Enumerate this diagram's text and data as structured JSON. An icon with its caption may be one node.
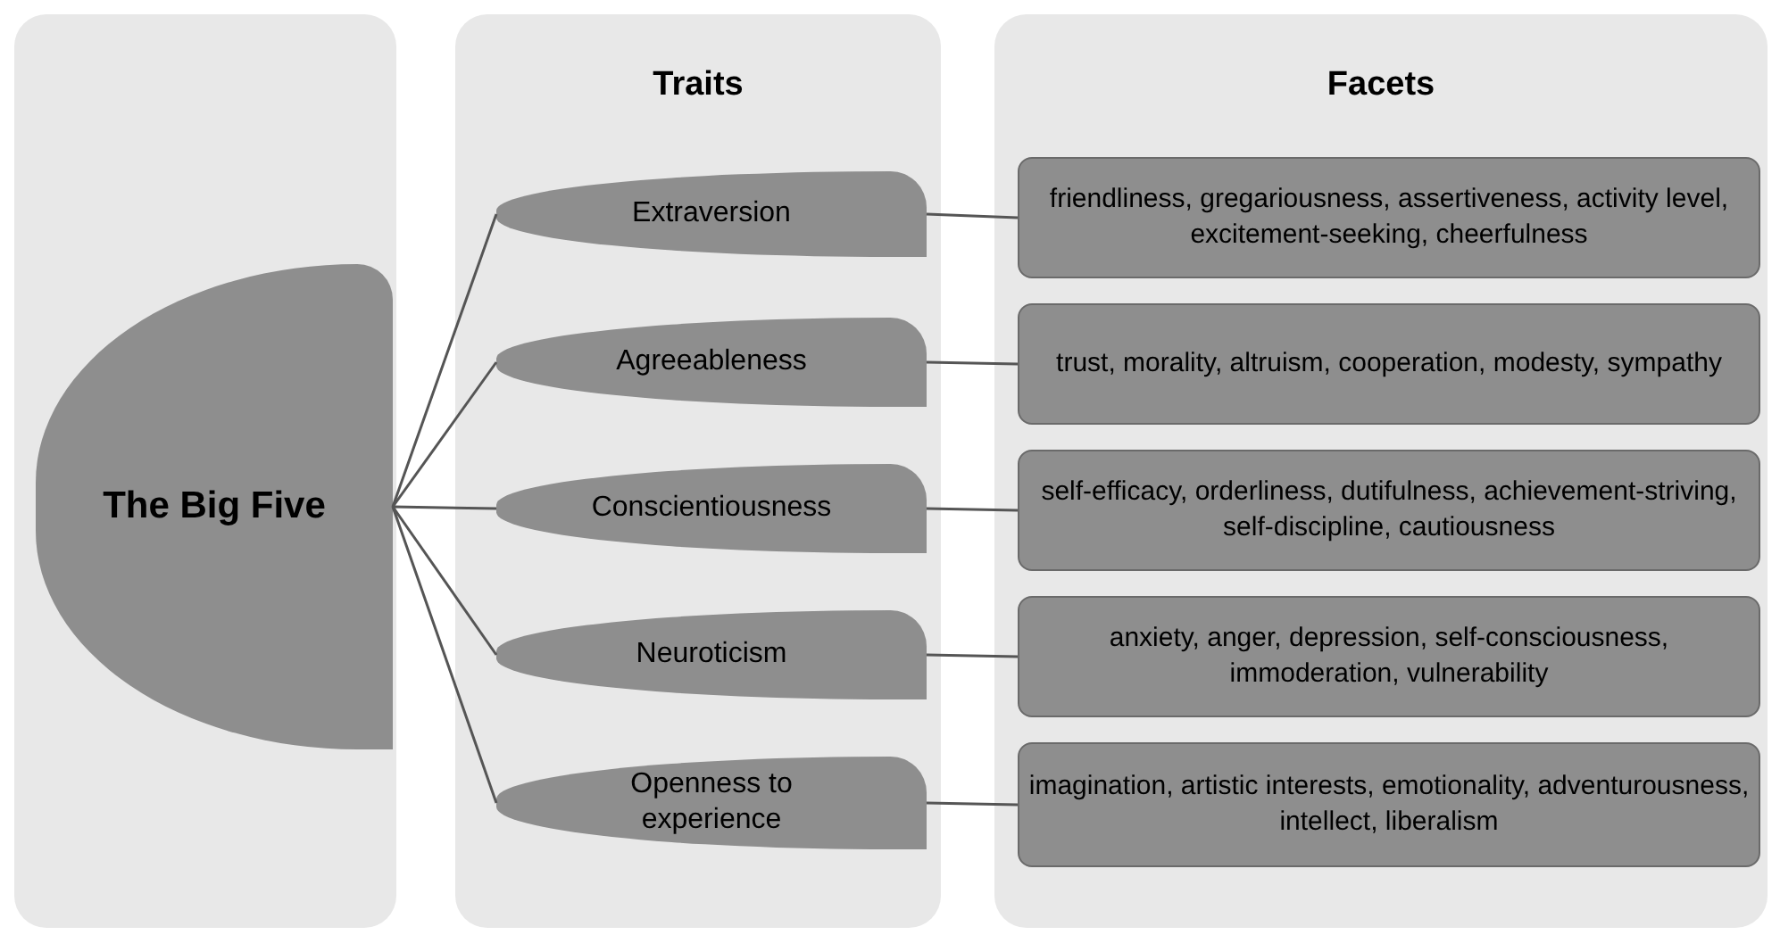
{
  "diagram": {
    "nodes": [
      {
        "text": [],
        "shape": "box"
      },
      {
        "text": [
          "The Big Five"
        ],
        "in": 0
      },
      {
        "text": [
          "Traits"
        ]
      },
      {
        "text": [
          "Extraversion"
        ],
        "in": 2
      },
      {
        "text": [
          "Agreeableness"
        ],
        "in": 2
      },
      {
        "text": [
          "Conscientiousness"
        ],
        "in": 2
      },
      {
        "text": [
          "Neuroticism"
        ],
        "in": 2
      },
      {
        "text": [
          "Openness to experience"
        ],
        "in": 2
      },
      {
        "text": [
          "Facets"
        ]
      },
      {
        "text": [
          "friendliness, gregariousness, assertiveness, activity level, excitement-seeking, cheerfulness"
        ],
        "in": 8
      },
      {
        "text": [
          "trust, morality, altruism, cooperation, modesty, sympathy"
        ],
        "in": 8
      },
      {
        "text": [
          "self-efficacy, orderliness, dutifulness, achievement-striving, self-discipline, cautiousness"
        ],
        "in": 8
      },
      {
        "text": [
          "anxiety, anger, depression, self-consciousness, immoderation, vulnerability"
        ],
        "in": 8
      },
      {
        "text": [
          "imagination, artistic interests, emotionality, adventurousness, intellect, liberalism"
        ],
        "in": 8
      }
    ],
    "edges": [
      {
        "from": 1,
        "to": 3,
        "arrow": "none"
      },
      {
        "from": 1,
        "to": 4,
        "arrow": "none"
      },
      {
        "from": 1,
        "to": 5,
        "arrow": "none"
      },
      {
        "from": 1,
        "to": 6,
        "arrow": "none"
      },
      {
        "from": 1,
        "to": 7,
        "arrow": "none"
      },
      {
        "from": 3,
        "to": 9,
        "arrow": "none"
      },
      {
        "from": 4,
        "to": 10,
        "arrow": "none"
      },
      {
        "from": 5,
        "to": 11,
        "arrow": "none"
      },
      {
        "from": 6,
        "to": 12,
        "arrow": "none"
      },
      {
        "from": 7,
        "to": 13,
        "arrow": "none"
      }
    ]
  }
}
